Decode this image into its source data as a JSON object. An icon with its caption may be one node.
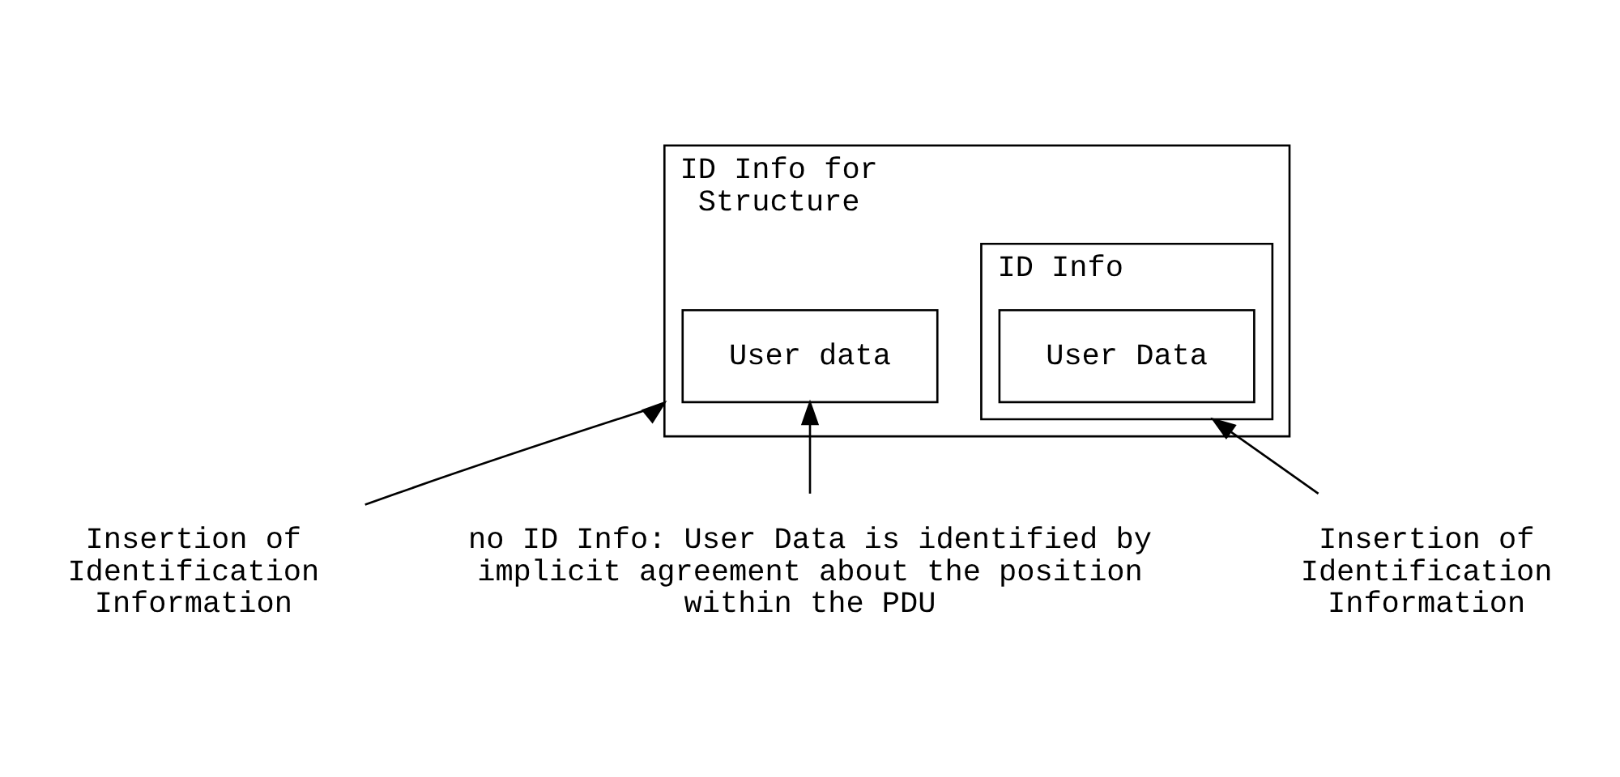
{
  "diagram": {
    "nodes": [
      {
        "text": [
          "ID Info for Structure"
        ]
      },
      {
        "text": [
          "User data"
        ],
        "in": 0
      },
      {
        "text": [
          "ID Info"
        ],
        "in": 0
      },
      {
        "text": [
          "User Data"
        ],
        "in": 2
      },
      {
        "text": [
          "Insertion of Identification Information"
        ]
      },
      {
        "text": [
          "no ID Info: User Data is identified by implicit agreement about the position within the PDU"
        ]
      },
      {
        "text": [
          "Insertion of Identification Information"
        ]
      }
    ],
    "edges": [
      {
        "from": 4,
        "to": 0,
        "arrow": "to"
      },
      {
        "from": 5,
        "to": 1,
        "arrow": "to"
      },
      {
        "from": 6,
        "to": 2,
        "arrow": "to"
      }
    ]
  }
}
